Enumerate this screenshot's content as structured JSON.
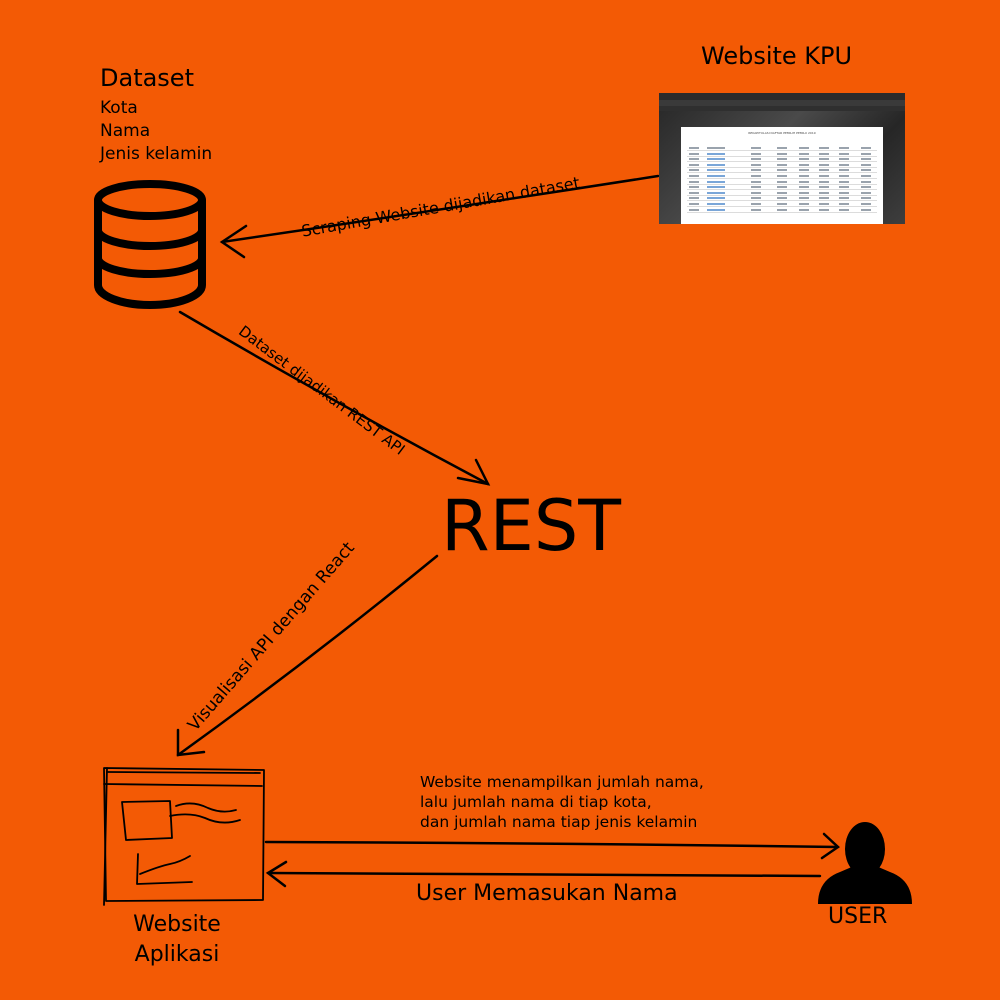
{
  "dataset": {
    "title": "Dataset",
    "fields": [
      "Kota",
      "Nama",
      "Jenis kelamin"
    ],
    "icon": "database-icon"
  },
  "kpu": {
    "title": "Website KPU",
    "screenshot_caption": "REKAPITULASI DAFTAR PEMILIH PEMILU 2019",
    "icon": "website-screenshot"
  },
  "rest": {
    "label": "REST"
  },
  "webapp": {
    "title_line1": "Website",
    "title_line2": "Aplikasi",
    "icon": "app-window-sketch-icon"
  },
  "user": {
    "label": "USER",
    "icon": "user-silhouette-icon"
  },
  "edges": {
    "scraping": "Scraping Website dijadikan dataset",
    "dataset_to_rest": "Dataset dijadikan REST API",
    "rest_to_app": "Visualisasi API dengan React",
    "app_to_user": [
      "Website menampilkan jumlah nama,",
      "lalu jumlah nama di tiap kota,",
      "dan jumlah nama tiap jenis kelamin"
    ],
    "user_to_app": "User Memasukan Nama"
  },
  "colors": {
    "background": "#f35a05",
    "ink": "#000000"
  }
}
